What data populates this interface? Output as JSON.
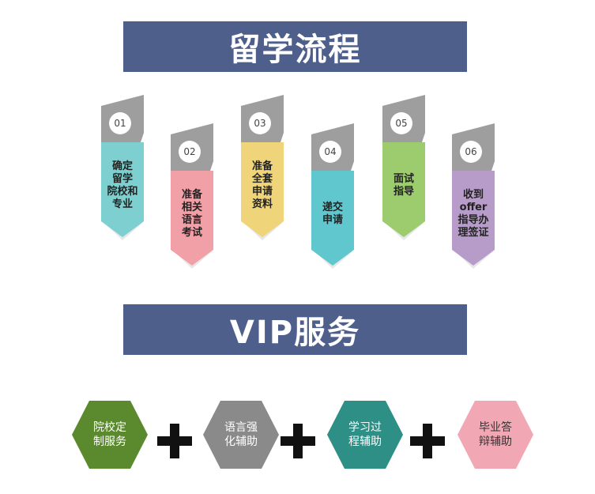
{
  "banners": {
    "process": "留学流程",
    "vip": "VIP服务"
  },
  "steps": [
    {
      "num": "01",
      "lines": [
        "确定",
        "留学",
        "院校和",
        "专业"
      ],
      "color": "#7dcfd0"
    },
    {
      "num": "02",
      "lines": [
        "准备",
        "相关",
        "语言",
        "考试"
      ],
      "color": "#f2a0a8"
    },
    {
      "num": "03",
      "lines": [
        "准备",
        "全套",
        "申请",
        "资料"
      ],
      "color": "#f0d47a"
    },
    {
      "num": "04",
      "lines": [
        "递交",
        "申请"
      ],
      "color": "#5fc7cd"
    },
    {
      "num": "05",
      "lines": [
        "面试",
        "指导"
      ],
      "color": "#9ccc6e"
    },
    {
      "num": "06",
      "lines": [
        "收到",
        "offer",
        "指导办",
        "理签证"
      ],
      "color": "#b79bc9"
    }
  ],
  "services": [
    {
      "lines": [
        "院校定",
        "制服务"
      ],
      "color": "#5b8a2e",
      "text_color": "#ffffff"
    },
    {
      "lines": [
        "语言强",
        "化辅助"
      ],
      "color": "#8a8a8a",
      "text_color": "#ffffff"
    },
    {
      "lines": [
        "学习过",
        "程辅助"
      ],
      "color": "#2e8f86",
      "text_color": "#ffffff"
    },
    {
      "lines": [
        "毕业答",
        "辩辅助"
      ],
      "color": "#f2a7b4",
      "text_color": "#333333"
    }
  ],
  "colors": {
    "banner": "#4f5f8c",
    "step_top": "#9e9e9e",
    "plus": "#111111"
  }
}
